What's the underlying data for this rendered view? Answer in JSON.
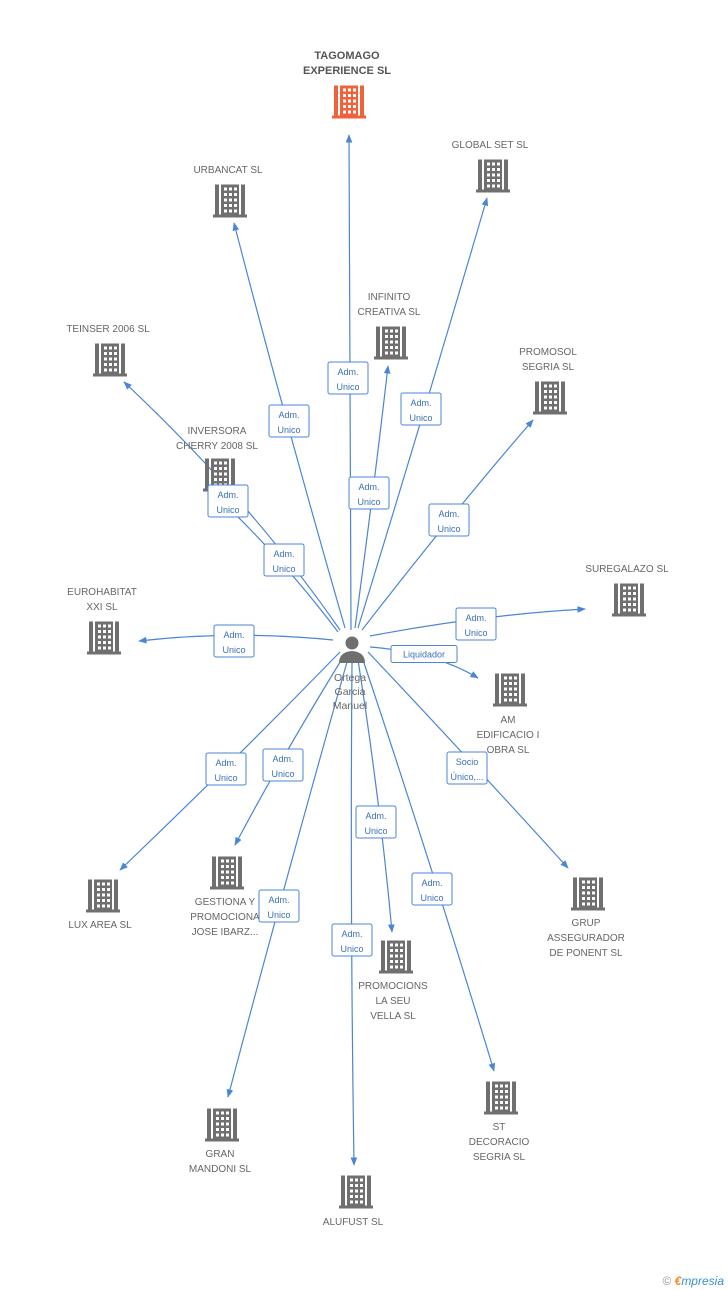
{
  "colors": {
    "edge": "#4a86d4",
    "company": "#6f6f6f",
    "company_highlight": "#f0623a",
    "person": "#6f6f6f",
    "label": "#666666"
  },
  "person": {
    "lines": [
      "Ortega",
      "Garcia",
      "Manuel"
    ],
    "icon": "person-icon"
  },
  "nodes": [
    {
      "id": "tagomago",
      "lines": [
        "TAGOMAGO",
        "EXPERIENCE SL"
      ],
      "highlight": true,
      "label_pos": "above"
    },
    {
      "id": "urbancat",
      "lines": [
        "URBANCAT SL"
      ],
      "label_pos": "above"
    },
    {
      "id": "globalset",
      "lines": [
        "GLOBAL SET SL"
      ],
      "label_pos": "above"
    },
    {
      "id": "infinito",
      "lines": [
        "INFINITO",
        "CREATIVA SL"
      ],
      "label_pos": "above"
    },
    {
      "id": "teinser",
      "lines": [
        "TEINSER 2006 SL"
      ],
      "label_pos": "above"
    },
    {
      "id": "promosol",
      "lines": [
        "PROMOSOL",
        "SEGRIA SL"
      ],
      "label_pos": "above"
    },
    {
      "id": "inversora",
      "lines": [
        "INVERSORA",
        "CHERRY 2008 SL"
      ],
      "label_pos": "above"
    },
    {
      "id": "suregalazo",
      "lines": [
        "SUREGALAZO SL"
      ],
      "label_pos": "above"
    },
    {
      "id": "eurohabitat",
      "lines": [
        "EUROHABITAT",
        "XXI SL"
      ],
      "label_pos": "above"
    },
    {
      "id": "am",
      "lines": [
        "AM",
        "EDIFICACIO I",
        "OBRA SL"
      ],
      "label_pos": "below"
    },
    {
      "id": "luxarea",
      "lines": [
        "LUX AREA SL"
      ],
      "label_pos": "below"
    },
    {
      "id": "gestiona",
      "lines": [
        "GESTIONA Y",
        "PROMOCIONA",
        "JOSE IBARZ..."
      ],
      "label_pos": "below"
    },
    {
      "id": "grup",
      "lines": [
        "GRUP",
        "ASSEGURADOR",
        "DE PONENT  SL"
      ],
      "label_pos": "below"
    },
    {
      "id": "promocions",
      "lines": [
        "PROMOCIONS",
        "LA SEU",
        "VELLA SL"
      ],
      "label_pos": "below"
    },
    {
      "id": "gran",
      "lines": [
        "GRAN",
        "MANDONI SL"
      ],
      "label_pos": "below"
    },
    {
      "id": "st",
      "lines": [
        "ST",
        "DECORACIO",
        "SEGRIA SL"
      ],
      "label_pos": "below"
    },
    {
      "id": "alufust",
      "lines": [
        "ALUFUST SL"
      ],
      "label_pos": "below"
    }
  ],
  "edges": [
    {
      "to": "tagomago",
      "label": [
        "Adm.",
        "Unico"
      ]
    },
    {
      "to": "urbancat",
      "label": [
        "Adm.",
        "Unico"
      ]
    },
    {
      "to": "globalset",
      "label": [
        "Adm.",
        "Unico"
      ]
    },
    {
      "to": "infinito",
      "label": [
        "Adm.",
        "Unico"
      ]
    },
    {
      "to": "teinser",
      "label": [
        "Adm.",
        "Unico"
      ]
    },
    {
      "to": "promosol",
      "label": [
        "Adm.",
        "Unico"
      ]
    },
    {
      "to": "inversora",
      "label": [
        "Adm.",
        "Unico"
      ]
    },
    {
      "to": "suregalazo",
      "label": [
        "Adm.",
        "Unico"
      ]
    },
    {
      "to": "eurohabitat",
      "label": [
        "Adm.",
        "Unico"
      ]
    },
    {
      "to": "am",
      "label": [
        "Liquidador"
      ]
    },
    {
      "to": "luxarea",
      "label": [
        "Adm.",
        "Unico"
      ]
    },
    {
      "to": "gestiona",
      "label": [
        "Adm.",
        "Unico"
      ]
    },
    {
      "to": "grup",
      "label": [
        "Socio",
        "Único,..."
      ]
    },
    {
      "to": "promocions",
      "label": [
        "Adm.",
        "Unico"
      ]
    },
    {
      "to": "gran",
      "label": [
        "Adm.",
        "Unico"
      ]
    },
    {
      "to": "st",
      "label": [
        "Adm.",
        "Unico"
      ]
    },
    {
      "to": "alufust",
      "label": [
        "Adm.",
        "Unico"
      ]
    }
  ],
  "footer": {
    "copyright": "©",
    "brand_initial": "€",
    "brand_rest": "mpresia"
  }
}
